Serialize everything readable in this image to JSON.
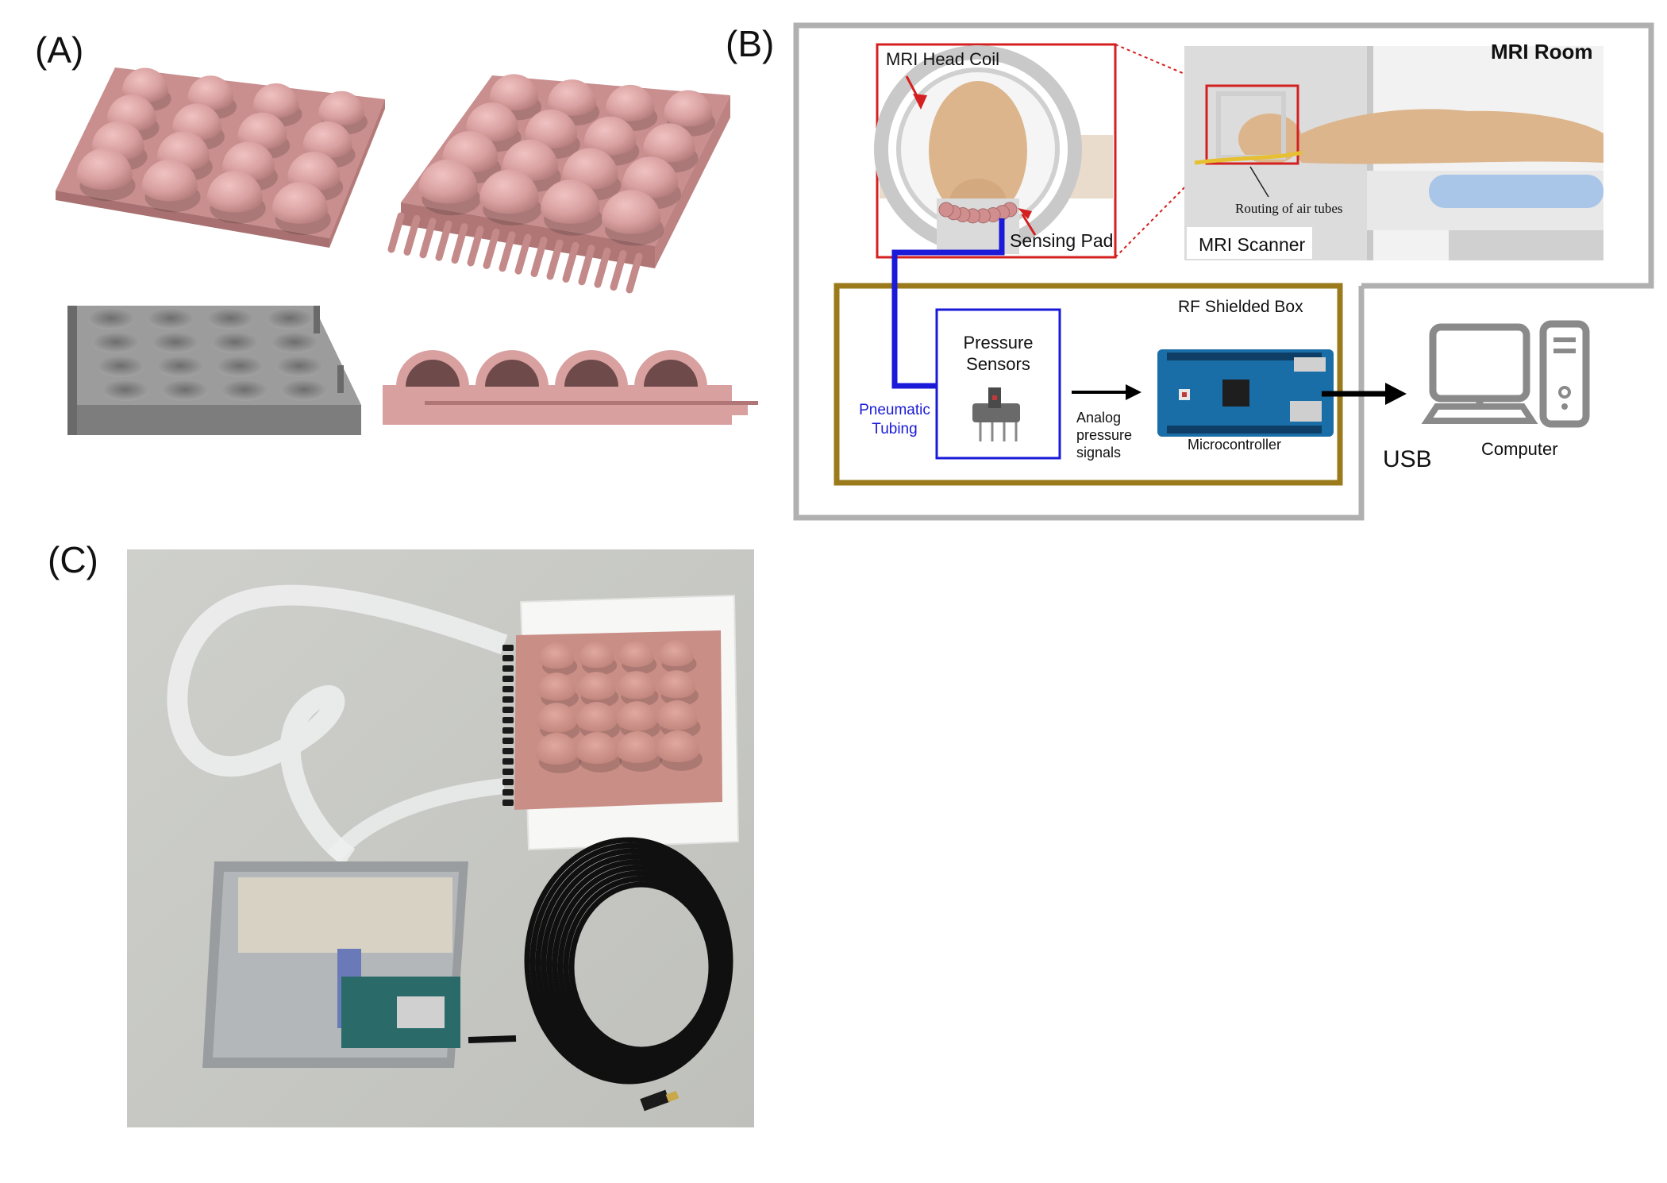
{
  "panels": {
    "a": {
      "label": "(A)"
    },
    "b": {
      "label": "(B)",
      "mri_room": "MRI Room",
      "head_coil": "MRI Head Coil",
      "sensing_pad": "Sensing Pad",
      "routing": "Routing of air tubes",
      "scanner": "MRI Scanner",
      "rf_box": "RF Shielded Box",
      "sensors_line1": "Pressure",
      "sensors_line2": "Sensors",
      "tubing_line1": "Pneumatic",
      "tubing_line2": "Tubing",
      "analog_line1": "Analog",
      "analog_line2": "pressure",
      "analog_line3": "signals",
      "microcontroller": "Microcontroller",
      "usb": "USB",
      "computer": "Computer"
    },
    "c": {
      "label": "(C)"
    }
  },
  "colors": {
    "pad_pink": "#d9a0a0",
    "tray_gray": "#8a8a8a",
    "room_border": "#b0b0b0",
    "rf_border": "#9a7a1a",
    "coil_border": "#d42020",
    "sensor_border": "#1a1ad8",
    "tubing": "#1a1ad8",
    "photo_bg": "#cfd0cc"
  }
}
